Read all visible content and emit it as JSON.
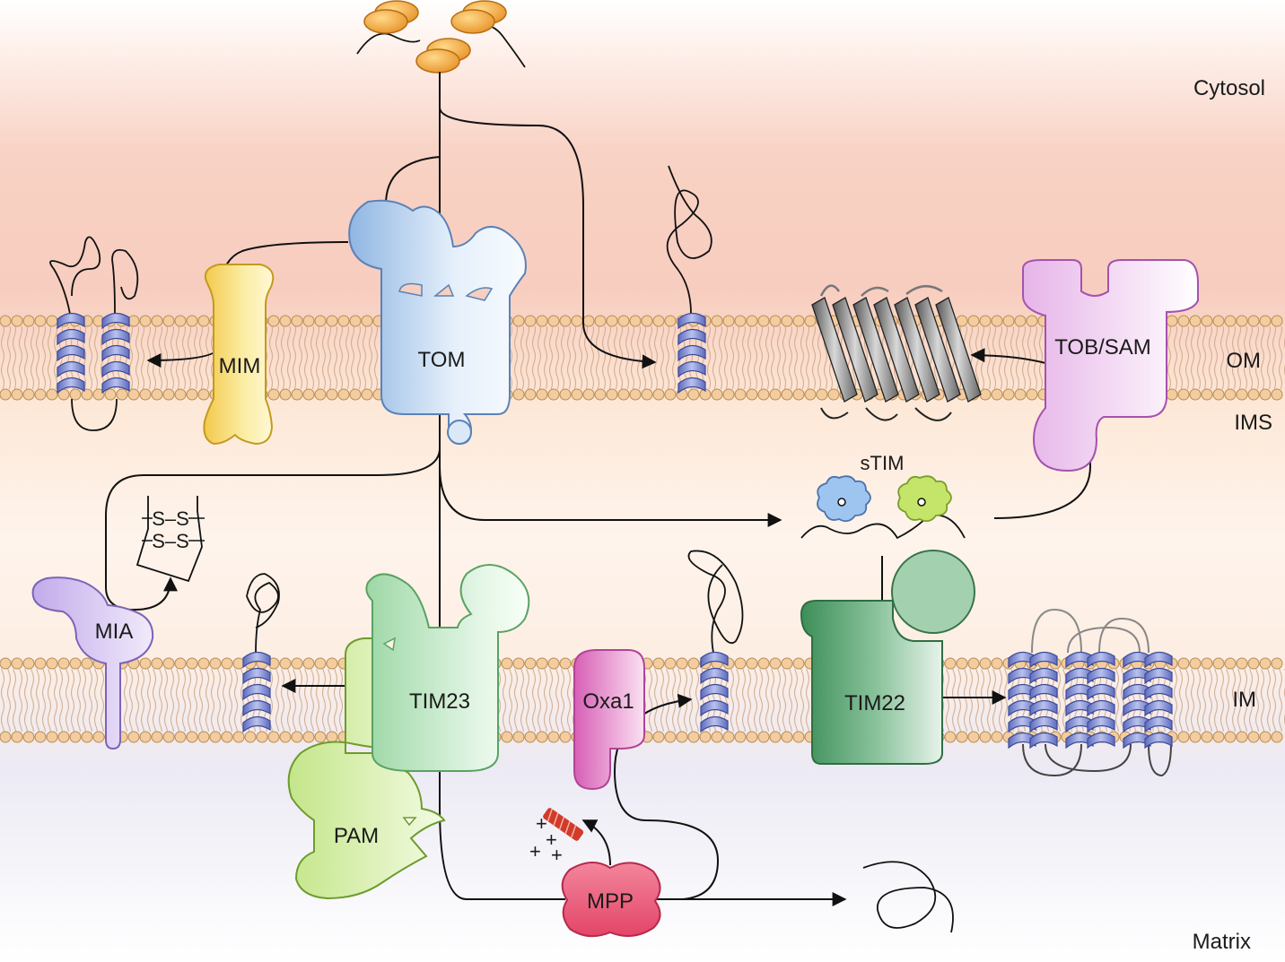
{
  "regions": {
    "cytosol": "Cytosol",
    "om": "OM",
    "ims": "IMS",
    "im": "IM",
    "matrix": "Matrix"
  },
  "complexes": {
    "tom": "TOM",
    "mim": "MIM",
    "tob_sam": "TOB/SAM",
    "stim": "sTIM",
    "mia": "MIA",
    "tim23": "TIM23",
    "tim22": "TIM22",
    "oxa1": "Oxa1",
    "pam": "PAM",
    "mpp": "MPP"
  },
  "disulfide": {
    "bond1": "S–S",
    "bond2": "S–S"
  },
  "presequence_charge": [
    "+",
    "+",
    "+",
    "+"
  ],
  "colors": {
    "cytosol_top": "#f6c4b6",
    "ims": "#fde7d3",
    "matrix": "#e7e9f6",
    "lipid_head": "#f2c99c",
    "helix": "#8b97d6",
    "tom": "#a9c7ea",
    "mim": "#f6dc7c",
    "tob_sam": "#eec7ef",
    "tim23": "#bfe6c4",
    "tim22": "#4a9a64",
    "pam": "#d6ee9c",
    "oxa1": "#e37fc6",
    "mpp": "#ec5b7b",
    "mia": "#cdb8ee",
    "ribosome": "#f4a945"
  }
}
